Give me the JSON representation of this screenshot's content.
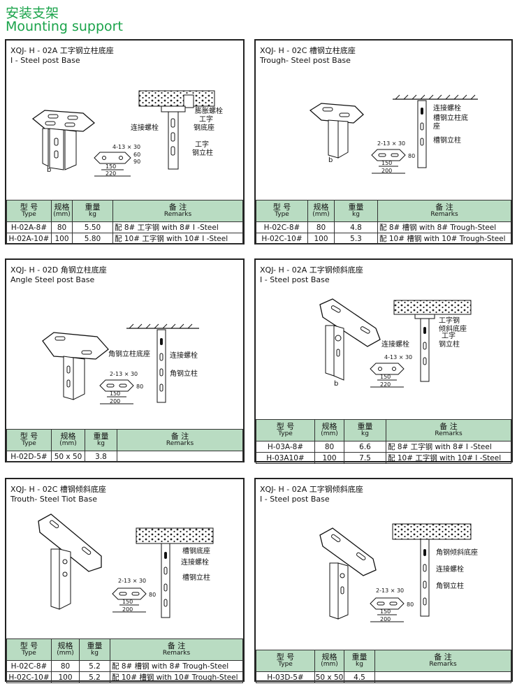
{
  "header": {
    "title_cn": "安装支架",
    "title_en": "Mounting support"
  },
  "panels": [
    {
      "title": "XQJ- H - 02A 工字钢立柱底座",
      "subtitle": "I - Steel post Base",
      "labels": {
        "l1": "连接螺栓",
        "l2": "膨胀螺栓",
        "l3": "工字",
        "l4": "钢底座",
        "l5": "工字",
        "l6": "钢立柱",
        "fig": "b"
      },
      "dims": {
        "d1": "4-13 × 30",
        "d2": "150",
        "d3": "220",
        "d4": "60",
        "d5": "90"
      },
      "table": {
        "headers": {
          "type_cn": "型 号",
          "type_en": "Type",
          "spec_cn": "规格",
          "spec_en": "(mm)",
          "wt_cn": "重量",
          "wt_en": "kg",
          "rem_cn": "备 注",
          "rem_en": "Remarks"
        },
        "rows": [
          {
            "type": "H-02A-8#",
            "spec": "80",
            "weight": "5.50",
            "remark": "配 8# 工字钢 with 8# I -Steel"
          },
          {
            "type": "H-02A-10#",
            "spec": "100",
            "weight": "5.80",
            "remark": "配 10# 工字钢 with 10# I -Steel"
          }
        ]
      }
    },
    {
      "title": "XQJ- H - 02C 槽钢立柱底座",
      "subtitle": "Trough- Steel post Base",
      "labels": {
        "l1": "连接螺栓",
        "l2": "槽钢立柱底",
        "l3": "座",
        "l4": "槽钢立柱",
        "fig": "b"
      },
      "dims": {
        "d1": "2-13 × 30",
        "d2": "150",
        "d3": "200",
        "d4": "80"
      },
      "table": {
        "headers": {
          "type_cn": "型 号",
          "type_en": "Type",
          "spec_cn": "规格",
          "spec_en": "(mm)",
          "wt_cn": "重量",
          "wt_en": "kg",
          "rem_cn": "备 注",
          "rem_en": "Remarks"
        },
        "rows": [
          {
            "type": "H-02C-8#",
            "spec": "80",
            "weight": "4.8",
            "remark": "配 8# 槽钢 with 8# Trough-Steel"
          },
          {
            "type": "H-02C-10#",
            "spec": "100",
            "weight": "5.3",
            "remark": "配 10# 槽钢 with 10# Trough-Steel"
          }
        ]
      }
    },
    {
      "title": "XQJ- H - 02D 角钢立柱底座",
      "subtitle": "Angle Steel post Base",
      "labels": {
        "l1": "角钢立柱底座",
        "l2": "连接螺栓",
        "l3": "角钢立柱"
      },
      "dims": {
        "d1": "2-13 × 30",
        "d2": "150",
        "d3": "200",
        "d4": "80"
      },
      "table": {
        "headers": {
          "type_cn": "型 号",
          "type_en": "Type",
          "spec_cn": "规格",
          "spec_en": "(mm)",
          "wt_cn": "重量",
          "wt_en": "kg",
          "rem_cn": "备 注",
          "rem_en": "Remarks"
        },
        "rows": [
          {
            "type": "H-02D-5#",
            "spec": "50 x 50",
            "weight": "3.8",
            "remark": ""
          }
        ]
      }
    },
    {
      "title": "XQJ- H - 02A 工字钢倾斜底座",
      "subtitle": "I - Steel post Base",
      "labels": {
        "l1": "工字钢",
        "l2": "倾斜底座",
        "l3": "连接螺栓",
        "l4": "工字",
        "l5": "钢立柱",
        "fig": "b"
      },
      "dims": {
        "d1": "4-13 × 30",
        "d2": "150",
        "d3": "220"
      },
      "table": {
        "headers": {
          "type_cn": "型 号",
          "type_en": "Type",
          "spec_cn": "规格",
          "spec_en": "(mm)",
          "wt_cn": "重量",
          "wt_en": "kg",
          "rem_cn": "备 注",
          "rem_en": "Remarks"
        },
        "rows": [
          {
            "type": "H-03A-8#",
            "spec": "80",
            "weight": "6.6",
            "remark": "配 8# 工字钢 with 8# I -Steel"
          },
          {
            "type": "H-03A10#",
            "spec": "100",
            "weight": "7.5",
            "remark": "配 10# 工字钢 with 10# I -Steel"
          }
        ]
      }
    },
    {
      "title": "XQJ- H - 02C 槽钢倾斜底座",
      "subtitle": "Trouth- Steel Tiot Base",
      "labels": {
        "l1": "槽钢底座",
        "l2": "连接螺栓",
        "l3": "槽钢立柱"
      },
      "dims": {
        "d1": "2-13 × 30",
        "d2": "150",
        "d3": "200",
        "d4": "80"
      },
      "table": {
        "headers": {
          "type_cn": "型 号",
          "type_en": "Type",
          "spec_cn": "规格",
          "spec_en": "(mm)",
          "wt_cn": "重量",
          "wt_en": "kg",
          "rem_cn": "备 注",
          "rem_en": "Remarks"
        },
        "rows": [
          {
            "type": "H-02C-8#",
            "spec": "80",
            "weight": "5.2",
            "remark": "配 8# 槽钢 with 8# Trough-Steel"
          },
          {
            "type": "H-02C-10#",
            "spec": "100",
            "weight": "5.2",
            "remark": "配 10# 槽钢 with 10# Trough-Steel"
          }
        ]
      }
    },
    {
      "title": "XQJ- H - 02A 工字钢倾斜底座",
      "subtitle": "I - Steel post Base",
      "labels": {
        "l1": "角钢倾斜底座",
        "l2": "连接螺栓",
        "l3": "角钢立柱"
      },
      "dims": {
        "d1": "2-13 × 30",
        "d2": "150",
        "d3": "200",
        "d4": "80"
      },
      "table": {
        "headers": {
          "type_cn": "型 号",
          "type_en": "Type",
          "spec_cn": "规格",
          "spec_en": "(mm)",
          "wt_cn": "重量",
          "wt_en": "kg",
          "rem_cn": "备 注",
          "rem_en": "Remarks"
        },
        "rows": [
          {
            "type": "H-03D-5#",
            "spec": "50 x 50",
            "weight": "4.5",
            "remark": ""
          }
        ]
      }
    }
  ]
}
